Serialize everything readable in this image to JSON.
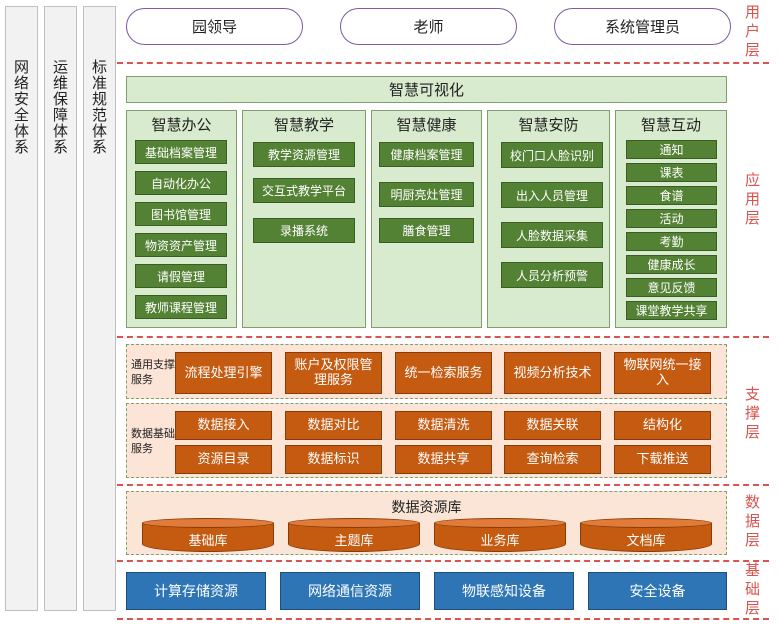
{
  "side_systems": [
    "网络安全体系",
    "运维保障体系",
    "标准规范体系"
  ],
  "layer_labels": {
    "user": "用户层",
    "application": "应用层",
    "support": "支撑层",
    "data": "数据层",
    "infrastructure": "基础层"
  },
  "users": [
    "园领导",
    "老师",
    "系统管理员"
  ],
  "application": {
    "title": "智慧可视化",
    "columns": [
      {
        "title": "智慧办公",
        "items": [
          "基础档案管理",
          "自动化办公",
          "图书馆管理",
          "物资资产管理",
          "请假管理",
          "教师课程管理"
        ]
      },
      {
        "title": "智慧教学",
        "items": [
          "教学资源管理",
          "交互式教学平台",
          "录播系统"
        ]
      },
      {
        "title": "智慧健康",
        "items": [
          "健康档案管理",
          "明厨亮灶管理",
          "膳食管理"
        ]
      },
      {
        "title": "智慧安防",
        "items": [
          "校门口人脸识别",
          "出入人员管理",
          "人脸数据采集",
          "人员分析预警"
        ]
      },
      {
        "title": "智慧互动",
        "items": [
          "通知",
          "课表",
          "食谱",
          "活动",
          "考勤",
          "健康成长",
          "意见反馈",
          "课堂教学共享"
        ]
      }
    ]
  },
  "support": {
    "general": {
      "label": "通用支撑服务",
      "items": [
        "流程处理引擎",
        "账户及权限管理服务",
        "统一检索服务",
        "视频分析技术",
        "物联网统一接入"
      ]
    },
    "data_services": {
      "label": "数据基础服务",
      "row1": [
        "数据接入",
        "数据对比",
        "数据清洗",
        "数据关联",
        "结构化"
      ],
      "row2": [
        "资源目录",
        "数据标识",
        "数据共享",
        "查询检索",
        "下载推送"
      ]
    }
  },
  "data_resources": {
    "title": "数据资源库",
    "databases": [
      "基础库",
      "主题库",
      "业务库",
      "文档库"
    ]
  },
  "infrastructure": [
    "计算存储资源",
    "网络通信资源",
    "物联感知设备",
    "安全设备"
  ]
}
